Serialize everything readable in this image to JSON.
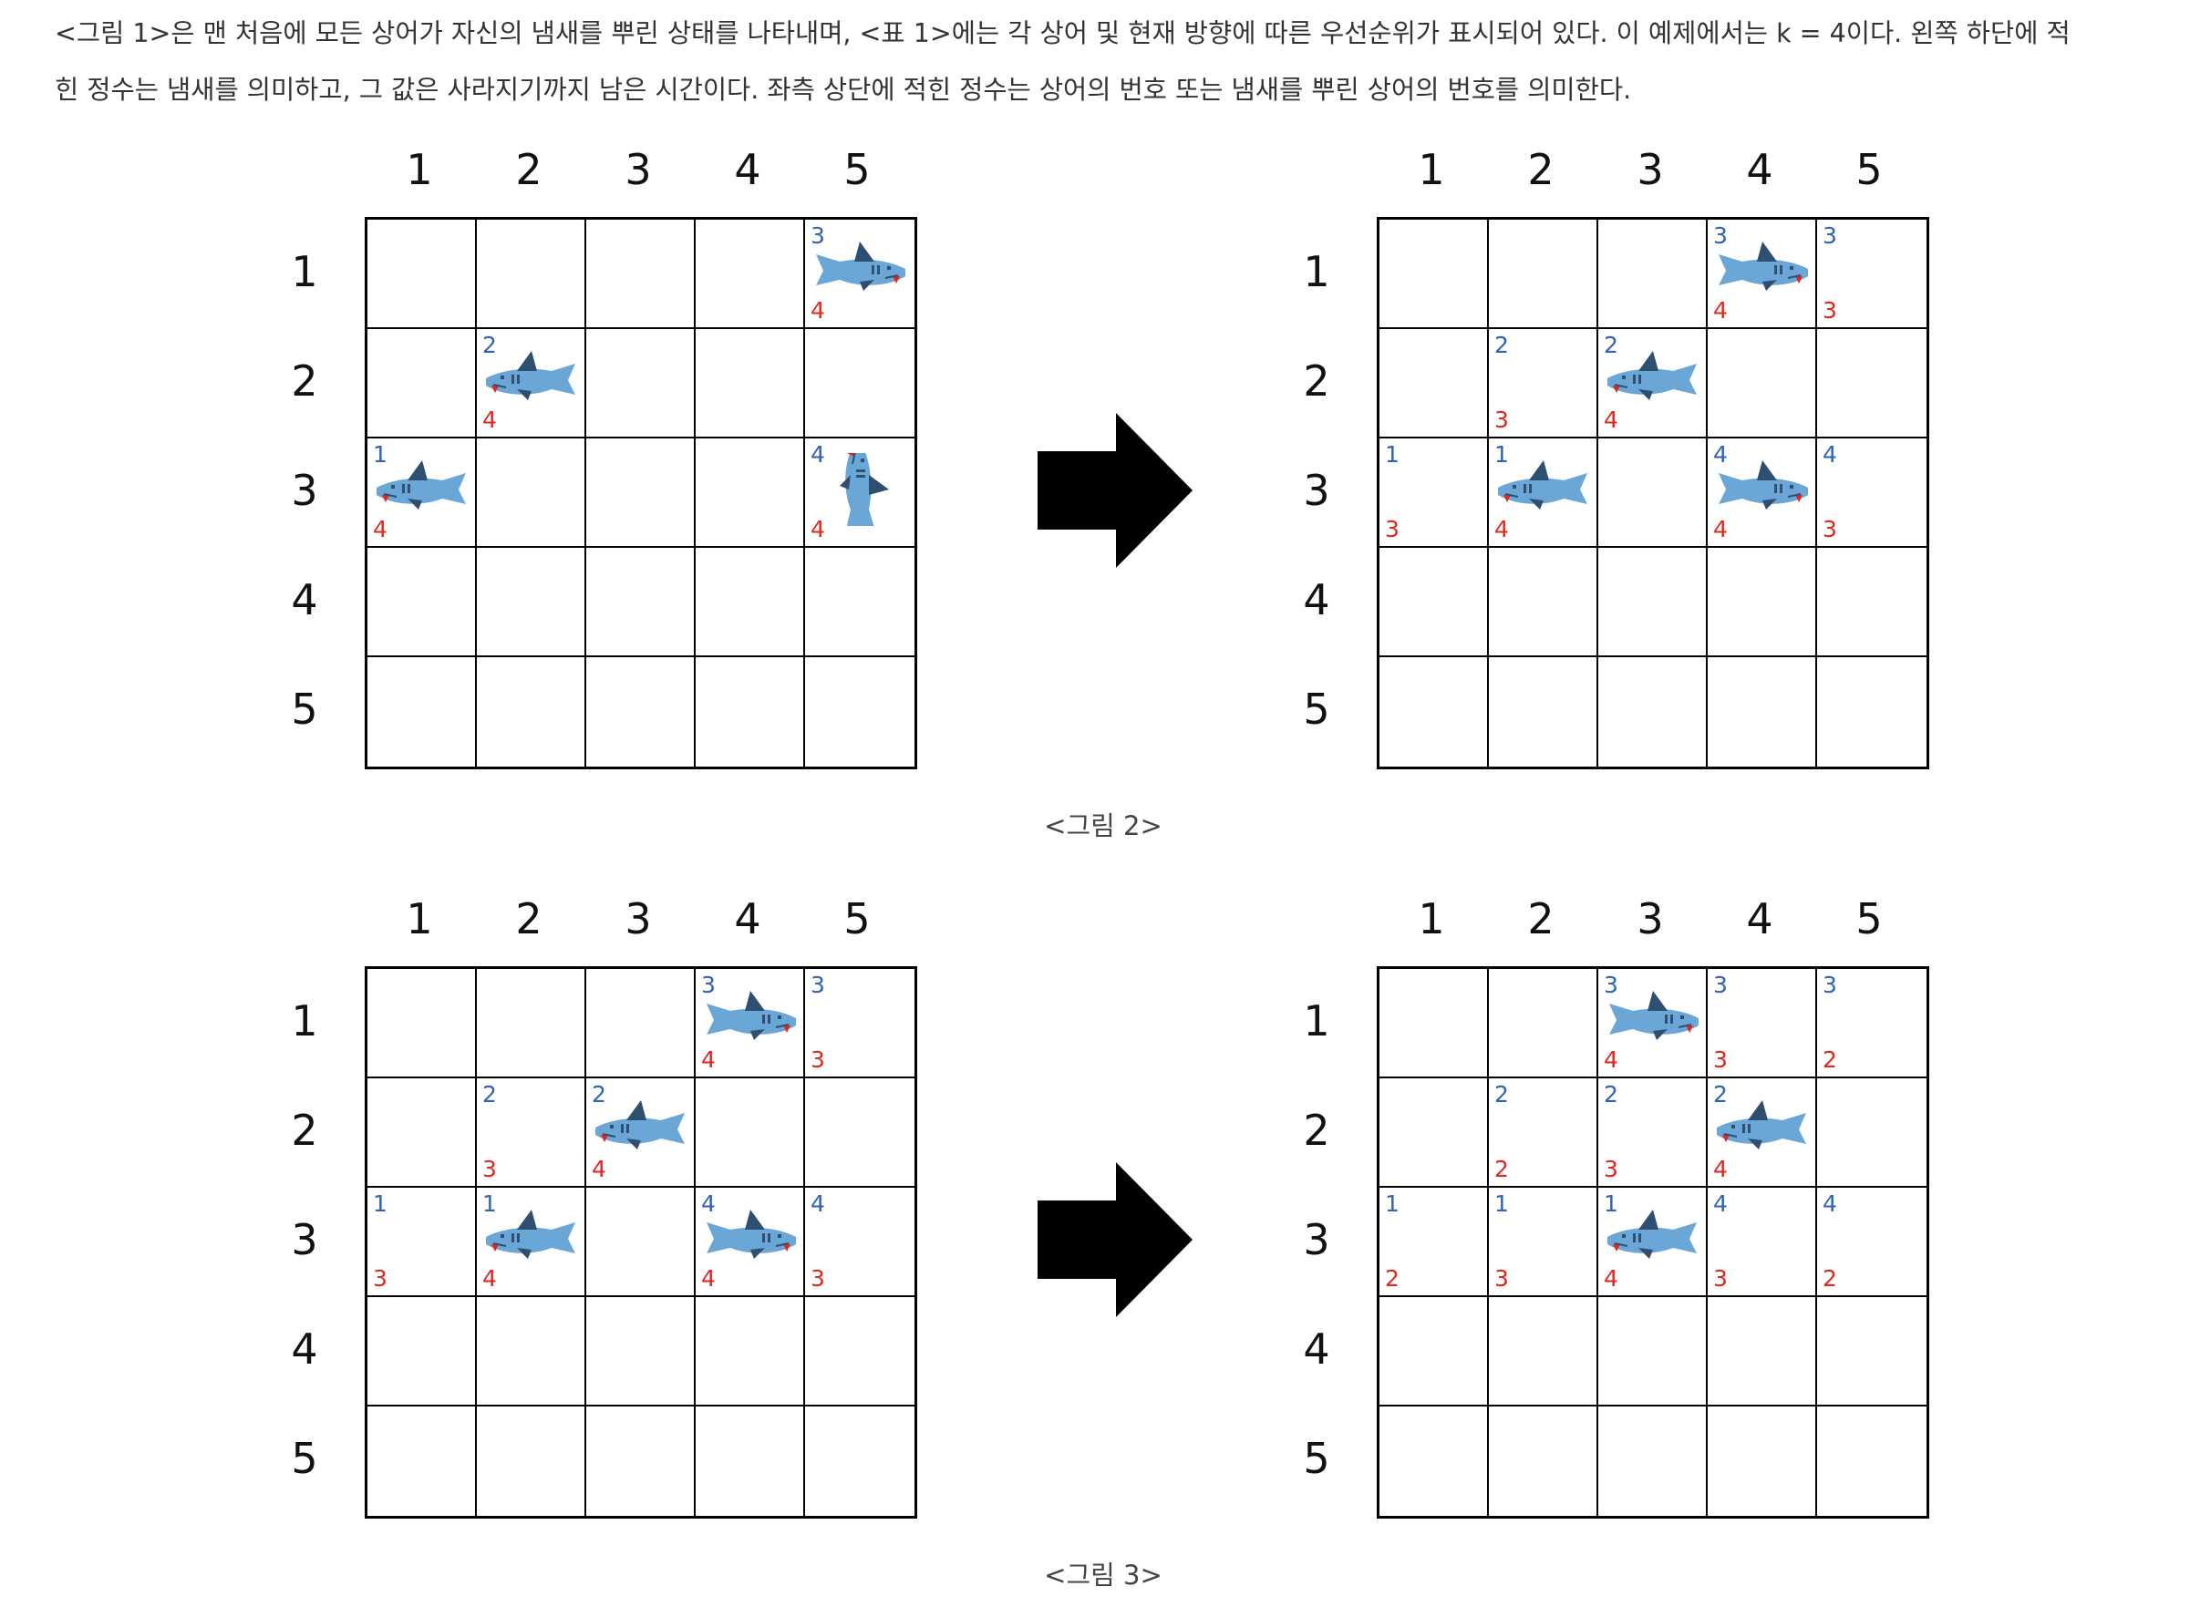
{
  "description": {
    "line1": "<그림 1>은 맨 처음에 모든 상어가 자신의 냄새를 뿌린 상태를 나타내며, <표 1>에는 각 상어 및 현재 방향에 따른 우선순위가 표시되어 있다. 이 예제에서는 k = 4이다. 왼쪽 하단에 적",
    "line2": "힌 정수는 냄새를 의미하고, 그 값은 사라지기까지 남은 시간이다. 좌측 상단에 적힌 정수는 상어의 번호 또는 냄새를 뿌린 상어의 번호를 의미한다."
  },
  "axis_labels": [
    "1",
    "2",
    "3",
    "4",
    "5"
  ],
  "captions": {
    "figure2": "<그림 2>",
    "figure3": "<그림 3>"
  },
  "colors": {
    "shark_number": "#2f63b5",
    "scent_time": "#e0261e",
    "shark_body": "#6aa6d6",
    "shark_dark": "#2f4f70",
    "arrow": "#000000"
  },
  "icons": {
    "shark": "shark-icon",
    "arrow": "right-arrow-icon"
  },
  "figures": [
    {
      "caption_key": "figure2",
      "grids": [
        {
          "cells": [
            {
              "r": 1,
              "c": 5,
              "shark": "3",
              "scent": "4",
              "icon": "shark-up"
            },
            {
              "r": 2,
              "c": 2,
              "shark": "2",
              "scent": "4",
              "icon": "shark-left"
            },
            {
              "r": 3,
              "c": 1,
              "shark": "1",
              "scent": "4",
              "icon": "shark-left"
            },
            {
              "r": 3,
              "c": 5,
              "shark": "4",
              "scent": "4",
              "icon": "shark-down"
            }
          ]
        },
        {
          "cells": [
            {
              "r": 1,
              "c": 4,
              "shark": "3",
              "scent": "4",
              "icon": "shark-up"
            },
            {
              "r": 1,
              "c": 5,
              "shark": "3",
              "scent": "3"
            },
            {
              "r": 2,
              "c": 2,
              "shark": "2",
              "scent": "3"
            },
            {
              "r": 2,
              "c": 3,
              "shark": "2",
              "scent": "4",
              "icon": "shark-left"
            },
            {
              "r": 3,
              "c": 1,
              "shark": "1",
              "scent": "3"
            },
            {
              "r": 3,
              "c": 2,
              "shark": "1",
              "scent": "4",
              "icon": "shark-left"
            },
            {
              "r": 3,
              "c": 4,
              "shark": "4",
              "scent": "4",
              "icon": "shark-right"
            },
            {
              "r": 3,
              "c": 5,
              "shark": "4",
              "scent": "3"
            }
          ]
        }
      ]
    },
    {
      "caption_key": "figure3",
      "grids": [
        {
          "cells": [
            {
              "r": 1,
              "c": 4,
              "shark": "3",
              "scent": "4",
              "icon": "shark-up"
            },
            {
              "r": 1,
              "c": 5,
              "shark": "3",
              "scent": "3"
            },
            {
              "r": 2,
              "c": 2,
              "shark": "2",
              "scent": "3"
            },
            {
              "r": 2,
              "c": 3,
              "shark": "2",
              "scent": "4",
              "icon": "shark-left"
            },
            {
              "r": 3,
              "c": 1,
              "shark": "1",
              "scent": "3"
            },
            {
              "r": 3,
              "c": 2,
              "shark": "1",
              "scent": "4",
              "icon": "shark-left"
            },
            {
              "r": 3,
              "c": 4,
              "shark": "4",
              "scent": "4",
              "icon": "shark-right"
            },
            {
              "r": 3,
              "c": 5,
              "shark": "4",
              "scent": "3"
            }
          ]
        },
        {
          "cells": [
            {
              "r": 1,
              "c": 3,
              "shark": "3",
              "scent": "4",
              "icon": "shark-up"
            },
            {
              "r": 1,
              "c": 4,
              "shark": "3",
              "scent": "3"
            },
            {
              "r": 1,
              "c": 5,
              "shark": "3",
              "scent": "2"
            },
            {
              "r": 2,
              "c": 2,
              "shark": "2",
              "scent": "2"
            },
            {
              "r": 2,
              "c": 3,
              "shark": "2",
              "scent": "3"
            },
            {
              "r": 2,
              "c": 4,
              "shark": "2",
              "scent": "4",
              "icon": "shark-left"
            },
            {
              "r": 3,
              "c": 1,
              "shark": "1",
              "scent": "2"
            },
            {
              "r": 3,
              "c": 2,
              "shark": "1",
              "scent": "3"
            },
            {
              "r": 3,
              "c": 3,
              "shark": "1",
              "scent": "4",
              "icon": "shark-left"
            },
            {
              "r": 3,
              "c": 4,
              "shark": "4",
              "scent": "3"
            },
            {
              "r": 3,
              "c": 5,
              "shark": "4",
              "scent": "2"
            }
          ]
        }
      ]
    }
  ]
}
